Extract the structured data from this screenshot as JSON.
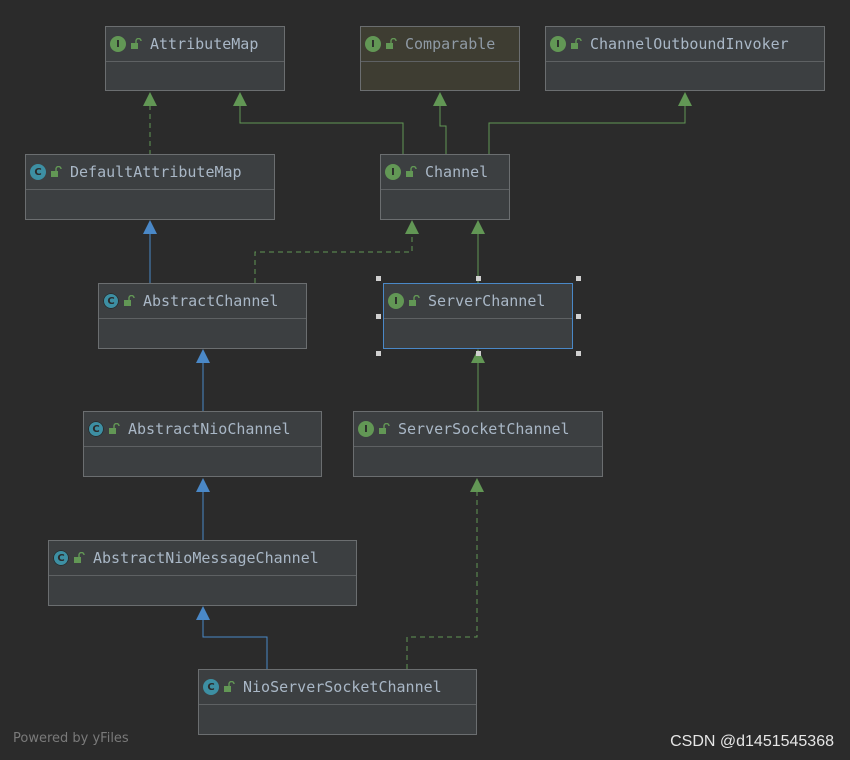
{
  "nodes": [
    {
      "id": "attributemap",
      "name": "AttributeMap",
      "kind": "I"
    },
    {
      "id": "comparable",
      "name": "Comparable",
      "kind": "I"
    },
    {
      "id": "outbound",
      "name": "ChannelOutboundInvoker",
      "kind": "I"
    },
    {
      "id": "defaultattributemap",
      "name": "DefaultAttributeMap",
      "kind": "C"
    },
    {
      "id": "channel",
      "name": "Channel",
      "kind": "I"
    },
    {
      "id": "abstractchannel",
      "name": "AbstractChannel",
      "kind": "C"
    },
    {
      "id": "serverchannel",
      "name": "ServerChannel",
      "kind": "I"
    },
    {
      "id": "abstractniochannel",
      "name": "AbstractNioChannel",
      "kind": "C"
    },
    {
      "id": "serversocketchannel",
      "name": "ServerSocketChannel",
      "kind": "I"
    },
    {
      "id": "abstractniomessagechannel",
      "name": "AbstractNioMessageChannel",
      "kind": "C"
    },
    {
      "id": "nioserversocketchannel",
      "name": "NioServerSocketChannel",
      "kind": "C"
    }
  ],
  "colors": {
    "background": "#2b2b2b",
    "implements": "#629755",
    "extends": "#4a88c7"
  },
  "footer": {
    "left": "Powered by yFiles",
    "right": "CSDN @d1451545368"
  }
}
